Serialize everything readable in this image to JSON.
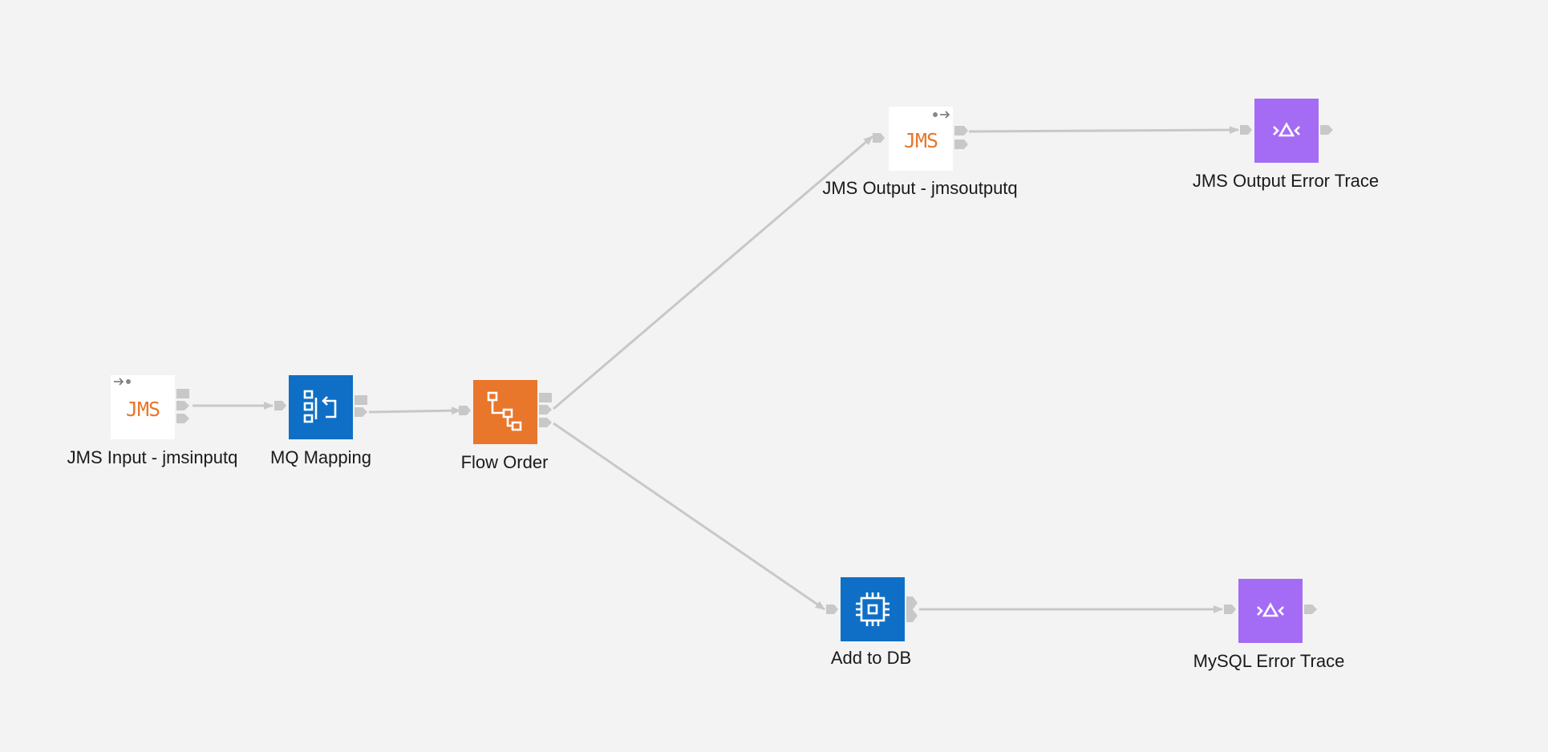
{
  "nodes": {
    "jms_input": {
      "label": "JMS Input - jmsinputq",
      "icon": "jms-input-icon",
      "text": "JMS"
    },
    "mq_mapping": {
      "label": "MQ Mapping",
      "icon": "mapping-icon"
    },
    "flow_order": {
      "label": "Flow Order",
      "icon": "flow-order-icon"
    },
    "jms_output": {
      "label": "JMS Output - jmsoutputq",
      "icon": "jms-output-icon",
      "text": "JMS"
    },
    "jms_output_error_trace": {
      "label": "JMS Output Error Trace",
      "icon": "trace-icon"
    },
    "add_to_db": {
      "label": "Add to DB",
      "icon": "compute-icon"
    },
    "mysql_error_trace": {
      "label": "MySQL Error Trace",
      "icon": "trace-icon"
    }
  },
  "connections": [
    {
      "from": "JMS Input - jmsinputq",
      "to": "MQ Mapping"
    },
    {
      "from": "MQ Mapping",
      "to": "Flow Order"
    },
    {
      "from": "Flow Order",
      "to": "JMS Output - jmsoutputq"
    },
    {
      "from": "Flow Order",
      "to": "Add to DB"
    },
    {
      "from": "JMS Output - jmsoutputq",
      "to": "JMS Output Error Trace"
    },
    {
      "from": "Add to DB",
      "to": "MySQL Error Trace"
    }
  ],
  "colors": {
    "canvas": "#f3f3f3",
    "wire": "#c8c8c8",
    "terminal": "#c8c8c8",
    "jms_text": "#e8762b",
    "compute_blue": "#0f6fc6",
    "flow_orange": "#e8762b",
    "trace_purple": "#a46cf4"
  }
}
